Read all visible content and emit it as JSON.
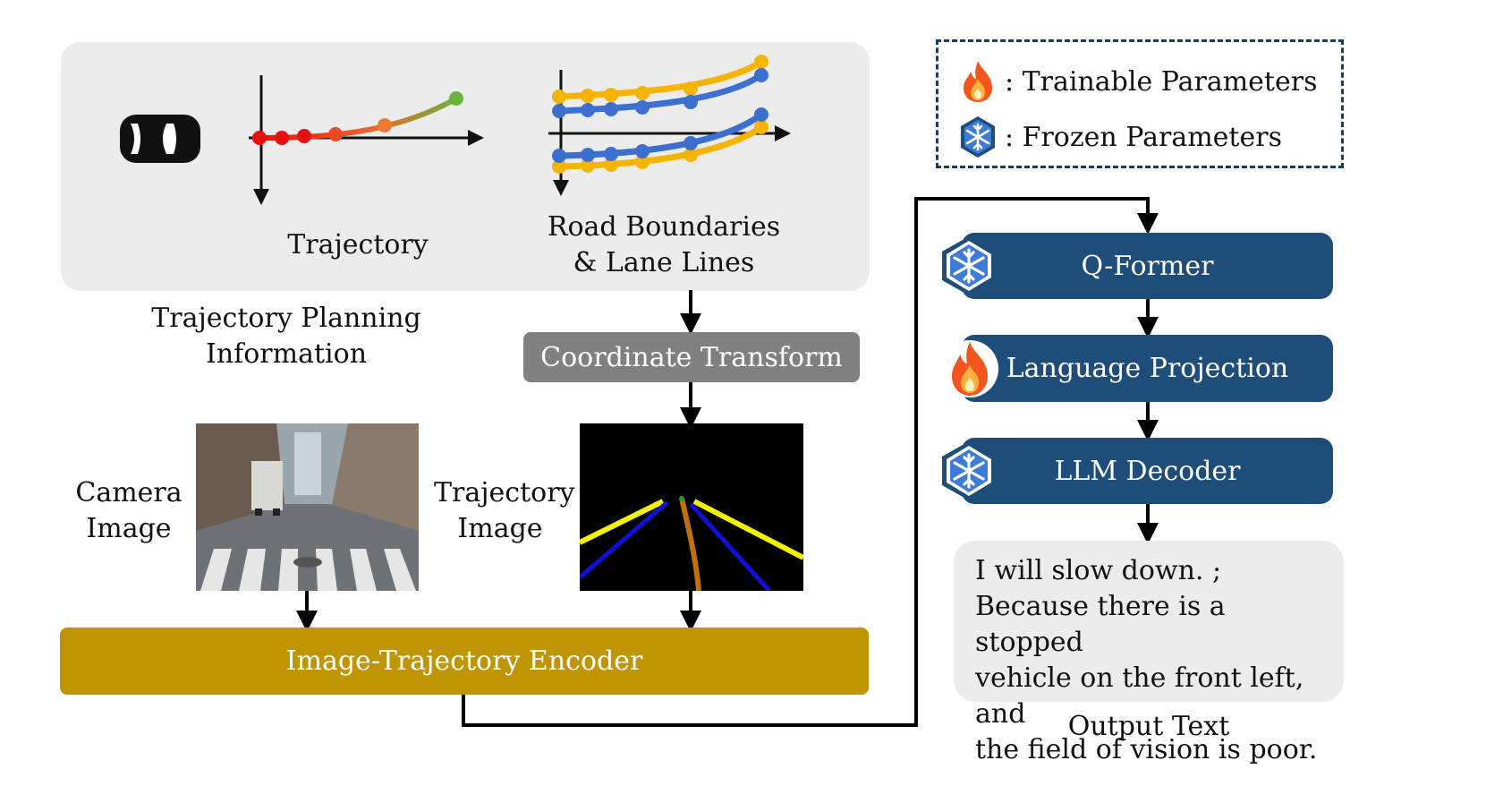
{
  "planning": {
    "trajectory_label": "Trajectory",
    "road_label_line1": "Road Boundaries",
    "road_label_line2": "& Lane Lines",
    "caption": "Trajectory Planning Information"
  },
  "coordinate_transform": "Coordinate Transform",
  "camera_label_line1": "Camera",
  "camera_label_line2": "Image",
  "traj_image_label_line1": "Trajectory",
  "traj_image_label_line2": "Image",
  "encoder": "Image-Trajectory Encoder",
  "legend": {
    "trainable": ": Trainable Parameters",
    "frozen": ": Frozen Parameters"
  },
  "modules": {
    "qformer": "Q-Former",
    "projection": "Language Projection",
    "decoder": "LLM Decoder"
  },
  "output": {
    "line1": "I will slow down. ;",
    "line2": "Because there is a stopped",
    "line3": "vehicle on the front left, and",
    "line4": "the field of vision is poor.",
    "caption": "Output Text"
  },
  "colors": {
    "module_blue": "#1f4d7a",
    "encoder_gold": "#bf9504",
    "transform_gray": "#808080",
    "lane_yellow": "#f5b400",
    "lane_blue": "#3d6fd0",
    "trajectory_red": "#e8100f",
    "trajectory_end_green": "#6ab43e"
  },
  "icons": {
    "trainable": "flame-icon",
    "frozen": "snowflake-icon",
    "vehicle": "car-icon"
  }
}
